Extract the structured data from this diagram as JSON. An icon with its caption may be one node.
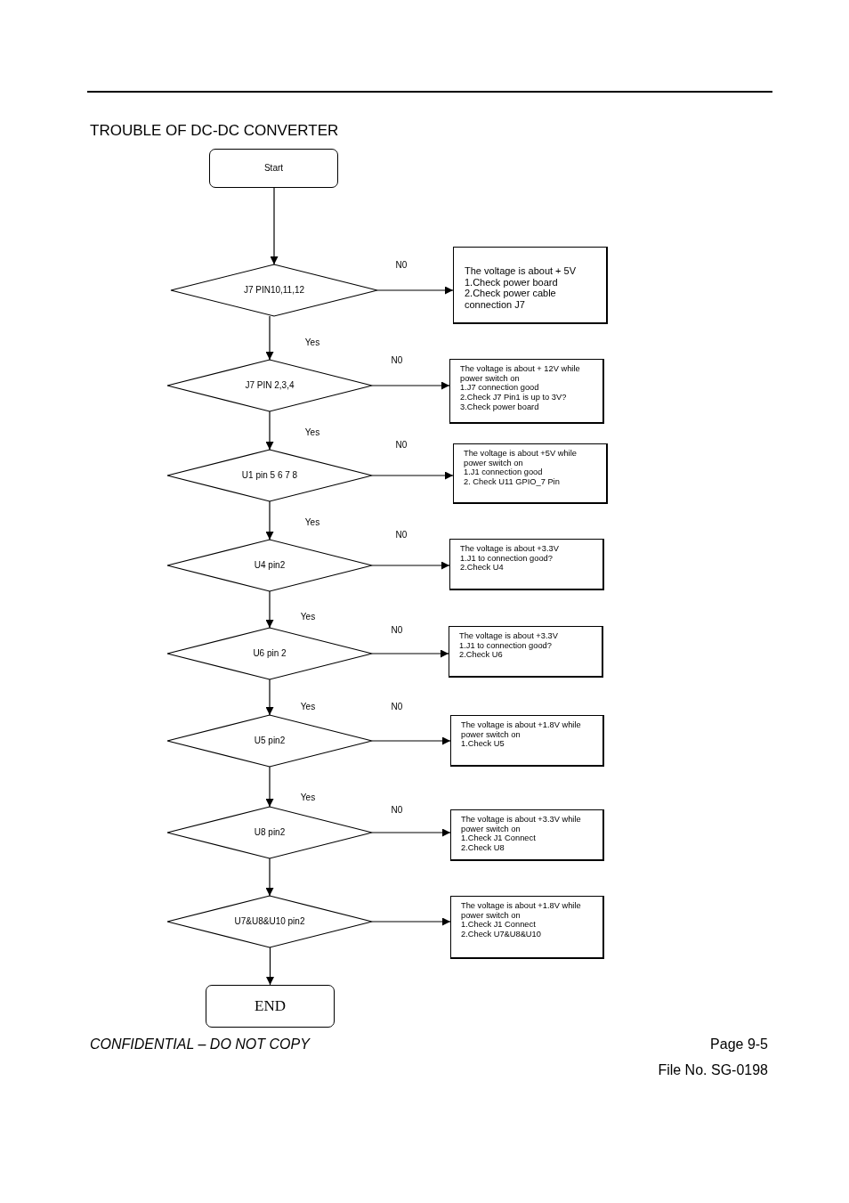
{
  "diagram": {
    "title": "TROUBLE OF DC-DC CONVERTER",
    "nodes": [
      {
        "text": [
          "Start"
        ]
      },
      {
        "text": [
          "J7 PIN10,11,12"
        ]
      },
      {
        "text": [
          "The voltage is about + 5V",
          "1.Check power board",
          "2.Check power cable connection J7"
        ]
      },
      {
        "text": [
          "J7 PIN 2,3,4"
        ]
      },
      {
        "text": [
          "The voltage is about + 12V while power switch on",
          "1.J7 connection good",
          "2.Check J7 Pin1 is up to 3V?",
          "3.Check power board"
        ]
      },
      {
        "text": [
          "U1 pin 5 6 7 8"
        ]
      },
      {
        "text": [
          "The voltage is about   +5V while power switch on",
          "1.J1 connection good",
          "2. Check U11 GPIO_7 Pin"
        ]
      },
      {
        "text": [
          "U4 pin2"
        ]
      },
      {
        "text": [
          "The voltage is about   +3.3V",
          "1.J1 to connection good?",
          "2.Check U4"
        ]
      },
      {
        "text": [
          "U6 pin 2"
        ]
      },
      {
        "text": [
          "The voltage is about   +3.3V",
          "1.J1 to connection good?",
          "2.Check U6"
        ]
      },
      {
        "text": [
          "U5 pin2"
        ]
      },
      {
        "text": [
          "The voltage is about   +1.8V while power switch on",
          "1.Check U5"
        ]
      },
      {
        "text": [
          "U8 pin2"
        ]
      },
      {
        "text": [
          "The voltage is about   +3.3V while power switch on",
          "1.Check J1 Connect",
          "2.Check U8"
        ]
      },
      {
        "text": [
          "U7&U8&U10 pin2"
        ]
      },
      {
        "text": [
          "The voltage is about   +1.8V while power switch on",
          "1.Check J1 Connect",
          "2.Check U7&U8&U10"
        ]
      },
      {
        "text": [
          "END"
        ]
      }
    ],
    "edges": [
      {
        "from": 0,
        "to": 1,
        "arrow": "to"
      },
      {
        "from": 1,
        "to": 2,
        "arrow": "to",
        "label": "N0"
      },
      {
        "from": 1,
        "to": 3,
        "arrow": "to",
        "label": "Yes"
      },
      {
        "from": 3,
        "to": 4,
        "arrow": "to",
        "label": "N0"
      },
      {
        "from": 3,
        "to": 5,
        "arrow": "to",
        "label": "Yes"
      },
      {
        "from": 5,
        "to": 6,
        "arrow": "to",
        "label": "N0"
      },
      {
        "from": 5,
        "to": 7,
        "arrow": "to",
        "label": "Yes"
      },
      {
        "from": 7,
        "to": 8,
        "arrow": "to",
        "label": "N0"
      },
      {
        "from": 7,
        "to": 9,
        "arrow": "to",
        "label": "Yes"
      },
      {
        "from": 9,
        "to": 10,
        "arrow": "to",
        "label": "N0"
      },
      {
        "from": 9,
        "to": 11,
        "arrow": "to",
        "label": "Yes"
      },
      {
        "from": 11,
        "to": 12,
        "arrow": "to",
        "label": "N0"
      },
      {
        "from": 11,
        "to": 13,
        "arrow": "to",
        "label": "Yes"
      },
      {
        "from": 13,
        "to": 14,
        "arrow": "to",
        "label": "N0"
      },
      {
        "from": 13,
        "to": 15,
        "arrow": "to"
      },
      {
        "from": 15,
        "to": 16,
        "arrow": "to"
      },
      {
        "from": 15,
        "to": 17,
        "arrow": "to"
      }
    ],
    "labels": [
      "CONFIDENTIAL – DO NOT COPY",
      "Page  9-5",
      "File  No.  SG-0198"
    ]
  }
}
